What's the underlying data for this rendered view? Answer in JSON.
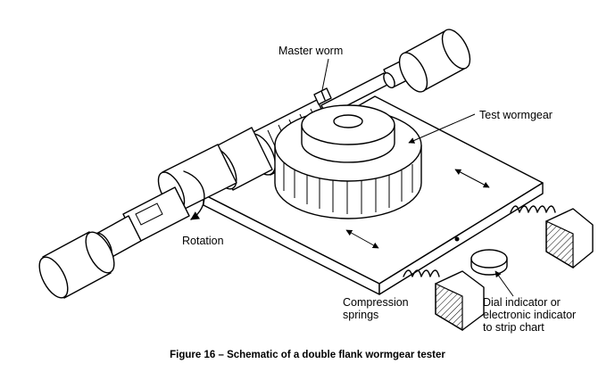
{
  "labels": {
    "master_worm": "Master worm",
    "test_wormgear": "Test wormgear",
    "rotation": "Rotation",
    "compression_springs": [
      "Compression",
      "springs"
    ],
    "dial_indicator": [
      "Dial indicator or",
      "electronic indicator",
      "to strip chart"
    ]
  },
  "caption": "Figure 16 – Schematic of a double flank wormgear tester"
}
